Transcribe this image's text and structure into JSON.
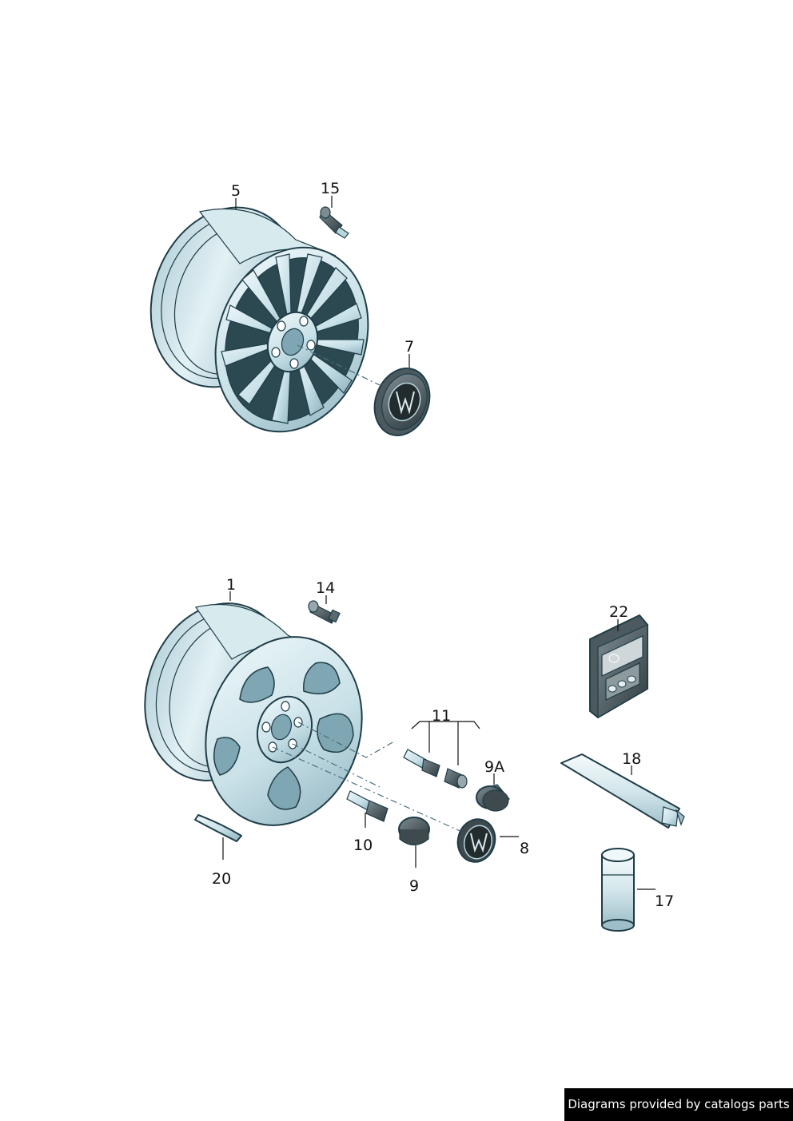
{
  "callouts": {
    "c1": "1",
    "c5": "5",
    "c7": "7",
    "c8": "8",
    "c9": "9",
    "c9a": "9A",
    "c10": "10",
    "c11": "11",
    "c14": "14",
    "c15": "15",
    "c17": "17",
    "c18": "18",
    "c20": "20",
    "c22": "22"
  },
  "footer": {
    "text": "Diagrams provided by catalogs parts"
  },
  "colors": {
    "metal_light": "#e4f2f5",
    "metal_mid": "#b9d6df",
    "metal_dark": "#7fa6b3",
    "outline": "#1f3d47",
    "dark_part": "#3e4a4e"
  }
}
